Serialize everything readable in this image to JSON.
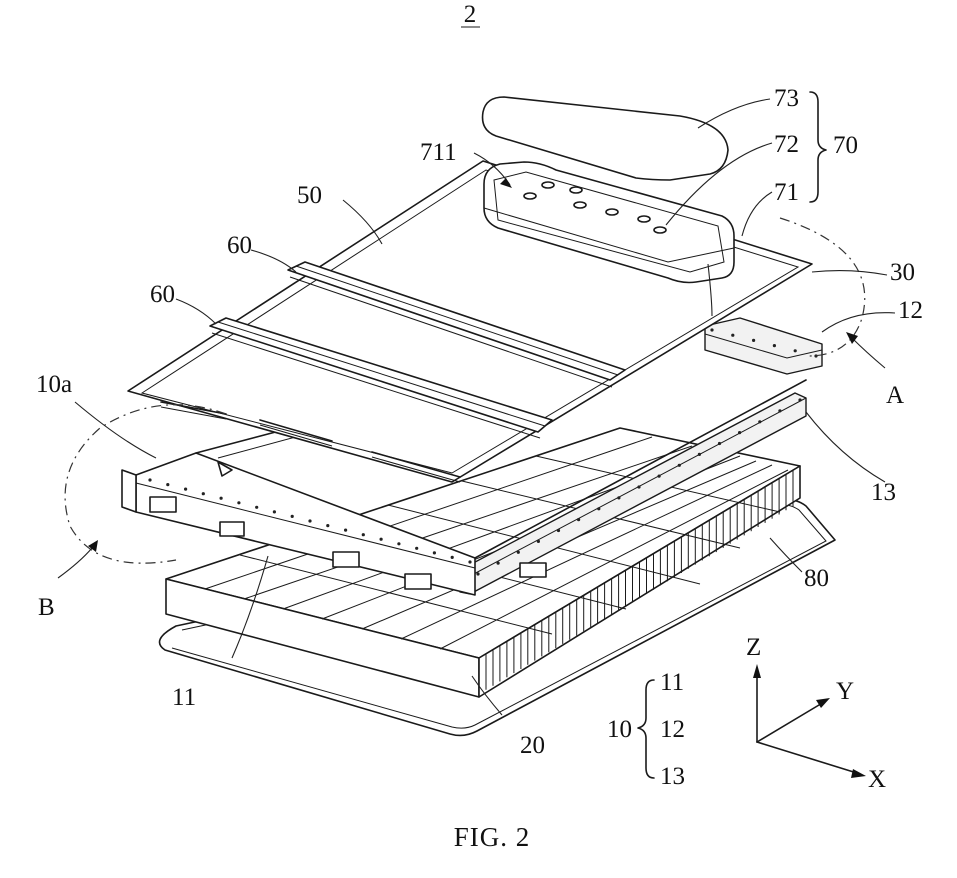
{
  "figure": {
    "top_label": "2",
    "caption": "FIG. 2"
  },
  "labels": {
    "l73": "73",
    "l72": "72",
    "l71": "71",
    "l70": "70",
    "l711": "711",
    "l50": "50",
    "l60a": "60",
    "l60b": "60",
    "l30": "30",
    "l12": "12",
    "lA": "A",
    "l10a": "10a",
    "l13": "13",
    "lB": "B",
    "l80": "80",
    "l11": "11",
    "l20": "20"
  },
  "legend": {
    "group": "10",
    "item1": "11",
    "item2": "12",
    "item3": "13"
  },
  "axes": {
    "z": "Z",
    "y": "Y",
    "x": "X"
  }
}
